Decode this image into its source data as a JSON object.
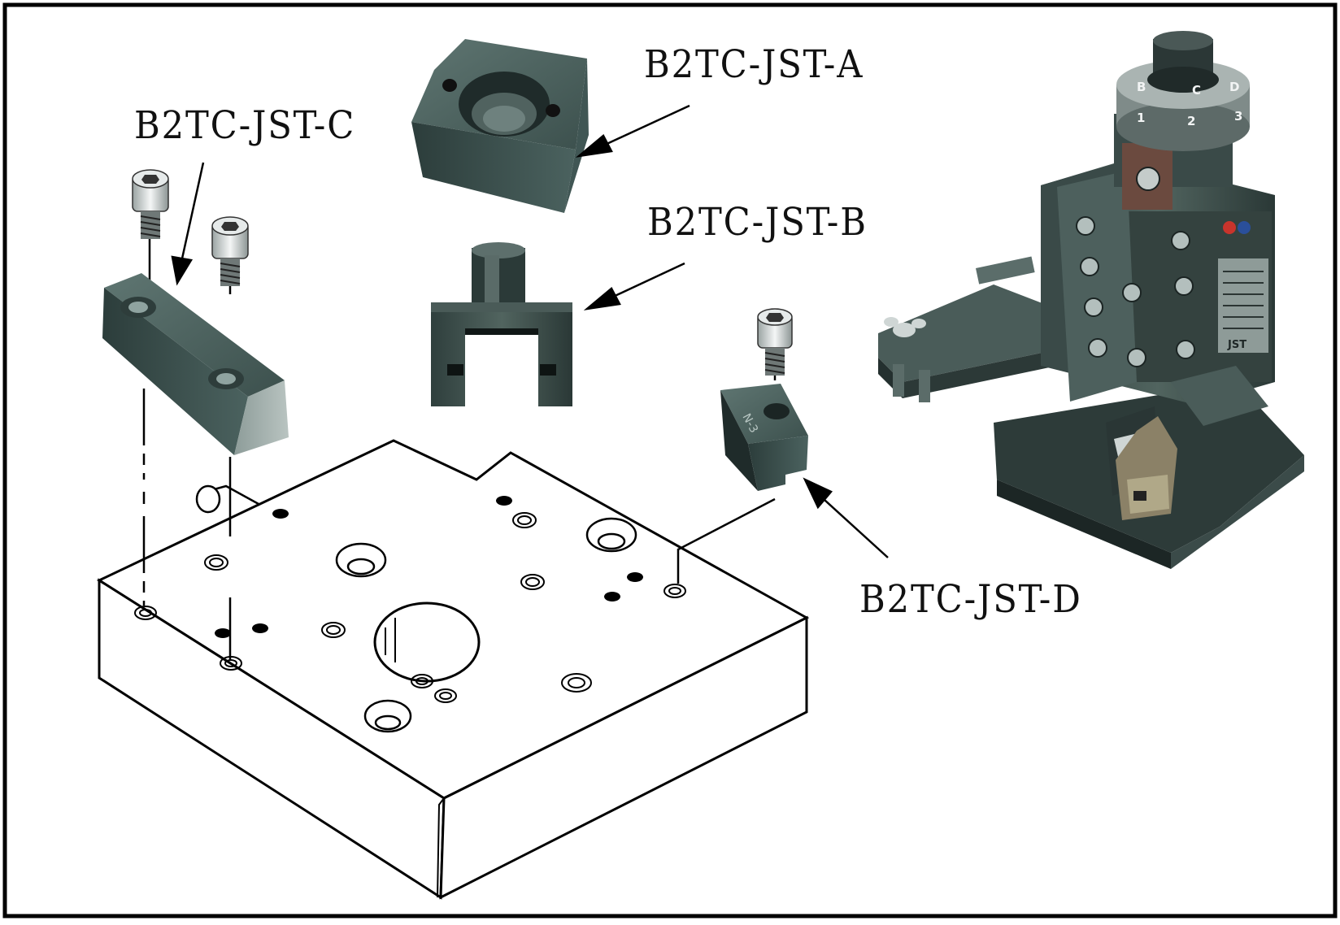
{
  "diagram": {
    "labels": {
      "part_a": "B2TC-JST-A",
      "part_b": "B2TC-JST-B",
      "part_c": "B2TC-JST-C",
      "part_d": "B2TC-JST-D"
    },
    "applicator_dial_marks": [
      "B",
      "C",
      "D",
      "1",
      "2",
      "3"
    ],
    "applicator_plate_mark": "JST",
    "part_d_engraving": "N-3"
  }
}
